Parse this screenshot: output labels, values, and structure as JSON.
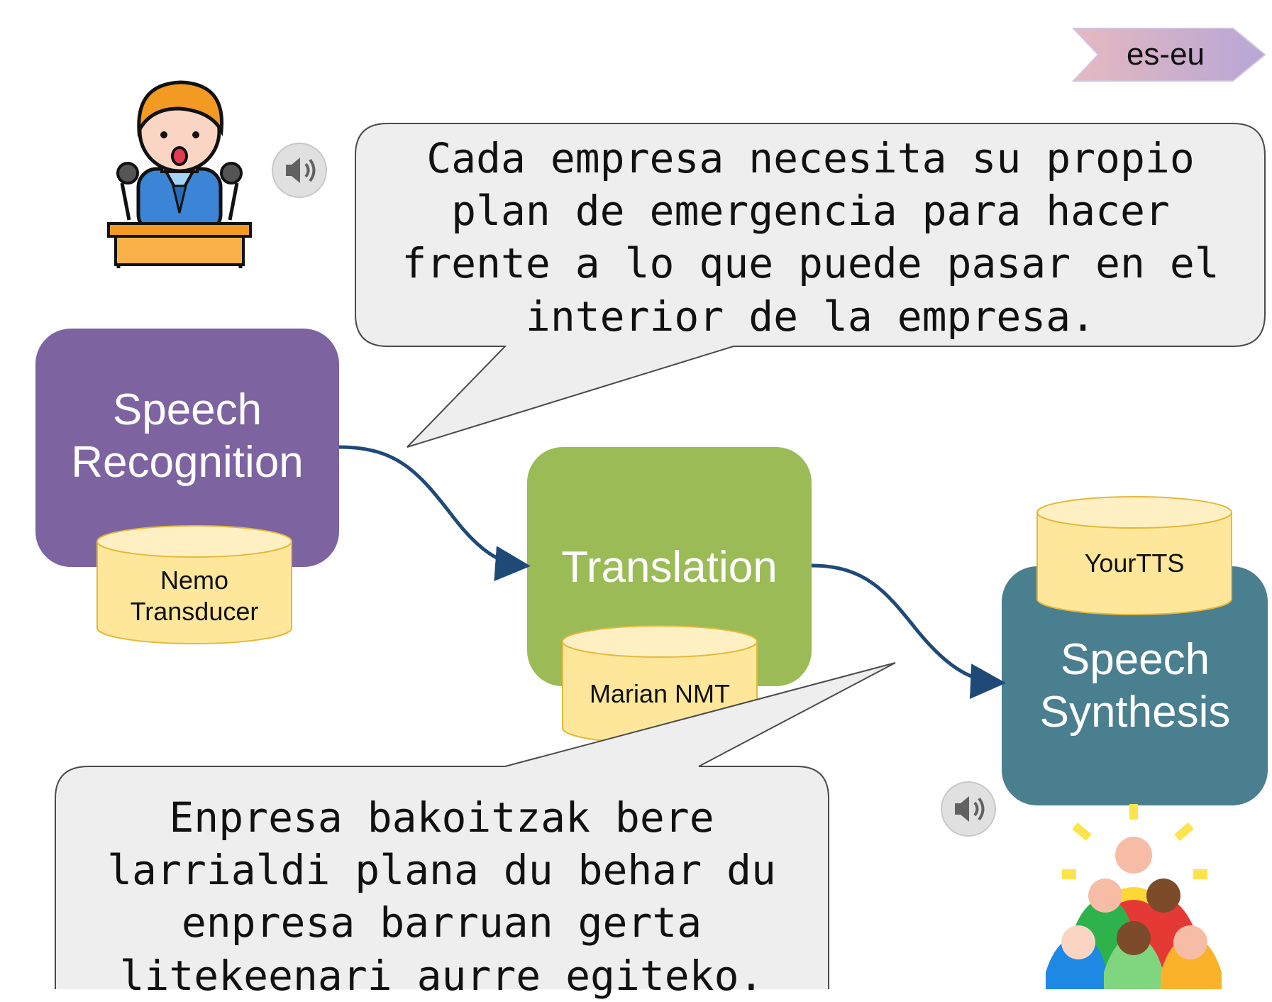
{
  "language_tag": "es-eu",
  "source_bubble": {
    "text": "Cada empresa necesita su propio plan de emergencia para hacer frente a lo que puede pasar en el interior de la empresa."
  },
  "target_bubble": {
    "text": "Enpresa bakoitzak bere larrialdi plana du behar du enpresa barruan gerta litekeenari aurre egiteko."
  },
  "stages": {
    "asr": {
      "label": "Speech Recognition",
      "model": "Nemo Transducer",
      "color": "#7e63a1"
    },
    "mt": {
      "label": "Translation",
      "model": "Marian NMT",
      "color": "#9bbb57"
    },
    "tts": {
      "label": "Speech Synthesis",
      "model": "YourTTS",
      "color": "#4a7f8f"
    }
  },
  "icons": {
    "speaker": "speaker-at-podium-icon",
    "audio_in": "audio-speaker-icon",
    "audio_out": "audio-speaker-icon",
    "audience": "audience-crowd-icon"
  },
  "colors": {
    "arrow": "#1f4a78",
    "database": "#fee79b",
    "bubble": "#eeeeee"
  }
}
